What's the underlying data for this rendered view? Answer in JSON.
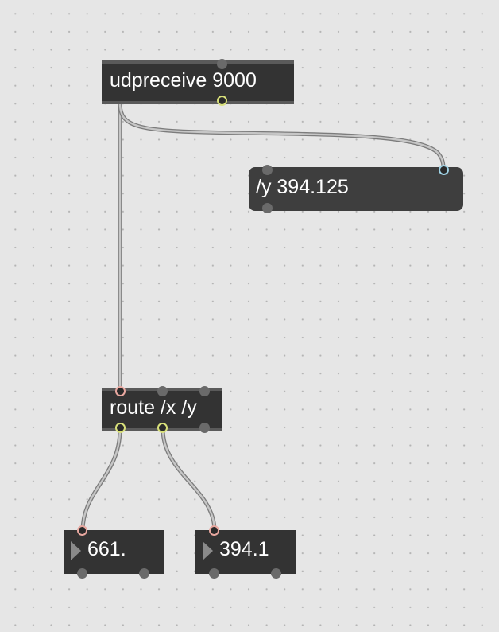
{
  "patcher": {
    "udpreceive": {
      "text": "udpreceive 9000"
    },
    "message": {
      "text": "/y 394.125"
    },
    "route": {
      "text": "route /x /y"
    },
    "number_x": {
      "text": "661."
    },
    "number_y": {
      "text": "394.1"
    }
  },
  "colors": {
    "background": "#e6e6e6",
    "object_fill": "#333333",
    "cord": "#c6c6c6",
    "inlet_highlight": "#e9a8a0",
    "outlet_highlight": "#d8e07a",
    "message_inlet_highlight": "#9fd3e6"
  }
}
